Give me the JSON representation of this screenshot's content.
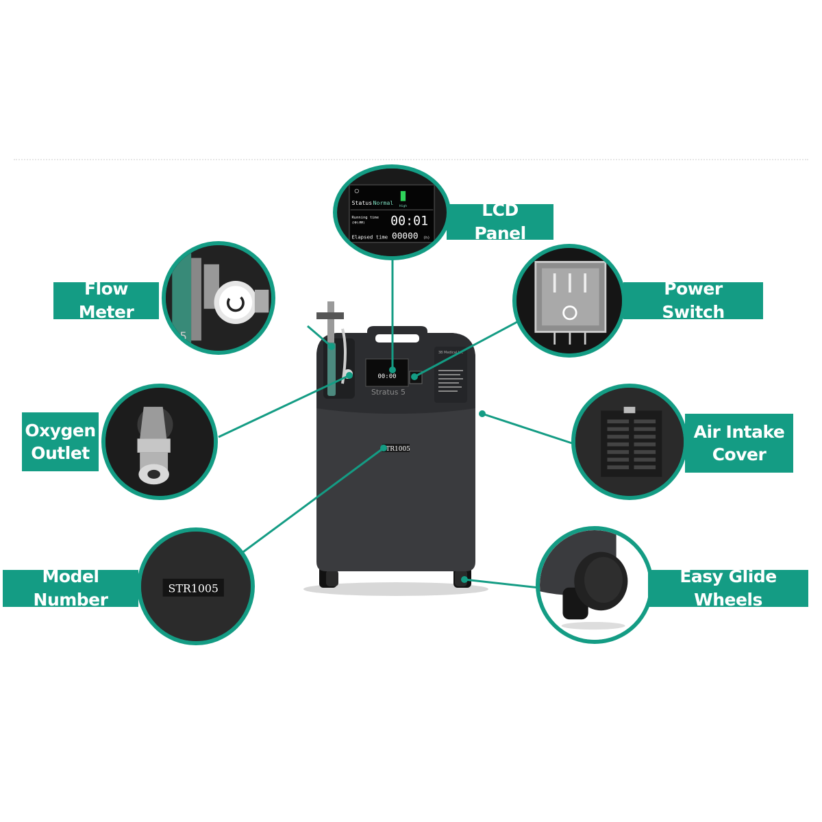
{
  "colors": {
    "accent": "#149c84",
    "device_body": "#3a3b3e",
    "device_face": "#2a2b2e",
    "inset_bg": "#1b1b1b"
  },
  "labels": {
    "lcd_panel": "LCD Panel",
    "flow_meter": "Flow Meter",
    "power_switch": "Power Switch",
    "oxygen_outlet_line1": "Oxygen",
    "oxygen_outlet_line2": "Outlet",
    "air_intake_line1": "Air Intake",
    "air_intake_line2": "Cover",
    "model_number": "Model Number",
    "easy_glide_wheels": "Easy Glide Wheels"
  },
  "lcd": {
    "status_label": "Status",
    "status_value": "Normal",
    "level_label": "High",
    "running_time_label": "Running time",
    "running_time_unit": "(HH:MM)",
    "running_time_value": "00:01",
    "elapsed_time_label": "Elapsed time",
    "elapsed_time_value": "00000",
    "elapsed_time_unit": "(h)"
  },
  "device": {
    "model_sticker": "STR1005",
    "brand_name": "Stratus 5",
    "maker_badge": "3B Medical Inc"
  },
  "model_inset_sticker": "STR1005"
}
